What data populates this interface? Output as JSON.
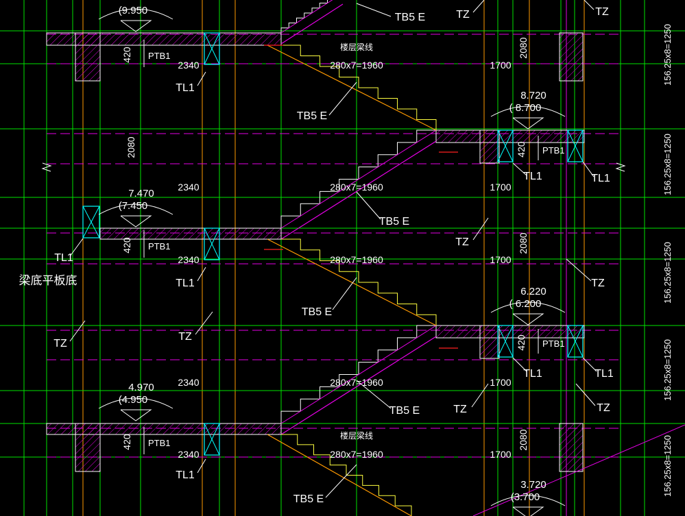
{
  "drawing": {
    "colors": {
      "background": "#000000",
      "green": "#00e400",
      "magenta": "#e400e4",
      "orange": "#ff9a00",
      "red": "#ff2020",
      "yellow": "#ffff40",
      "cyan": "#00ffff",
      "white": "#ffffff",
      "tan": "#e8a070"
    },
    "elevations": {
      "top_label": "(9.950",
      "mid_upper_actual": "8.720",
      "mid_upper_label": "( 8.700",
      "left_mid_actual": "7.470",
      "left_mid_label": "(7.450",
      "mid_lower_actual": "6.220",
      "mid_lower_label": "( 6.200",
      "left_low_actual": "4.970",
      "left_low_label": "(4.950",
      "bottom_actual": "3.720",
      "bottom_label": "(3.700"
    },
    "dimensions": {
      "slab_thickness": "420",
      "landing_width_left": "2340",
      "landing_width_right": "1700",
      "stair_run": "280x7=1960",
      "height_2080": "2080",
      "height_1250": "156.25x8=1250"
    },
    "labels": {
      "platform_slab": "PTB1",
      "platform_beam": "TL1",
      "stair_flight": "TB5 E",
      "column": "TZ",
      "floor_beam_line": "楼层梁线",
      "beam_bottom_note": "梁底平板底"
    }
  }
}
